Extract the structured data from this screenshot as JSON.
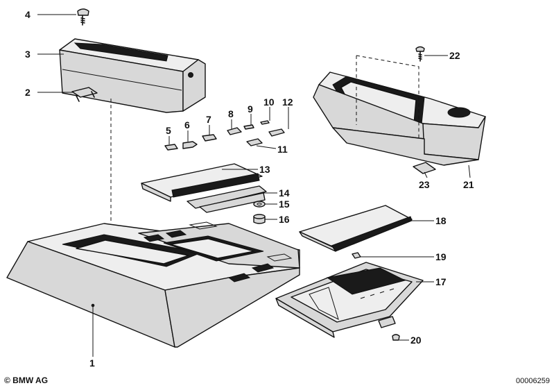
{
  "callouts": [
    {
      "id": "c1",
      "label": "1"
    },
    {
      "id": "c2",
      "label": "2"
    },
    {
      "id": "c3",
      "label": "3"
    },
    {
      "id": "c4",
      "label": "4"
    },
    {
      "id": "c5",
      "label": "5"
    },
    {
      "id": "c6",
      "label": "6"
    },
    {
      "id": "c7",
      "label": "7"
    },
    {
      "id": "c8",
      "label": "8"
    },
    {
      "id": "c9",
      "label": "9"
    },
    {
      "id": "c10",
      "label": "10"
    },
    {
      "id": "c11",
      "label": "11"
    },
    {
      "id": "c12",
      "label": "12"
    },
    {
      "id": "c13",
      "label": "13"
    },
    {
      "id": "c14",
      "label": "14"
    },
    {
      "id": "c15",
      "label": "15"
    },
    {
      "id": "c16",
      "label": "16"
    },
    {
      "id": "c17",
      "label": "17"
    },
    {
      "id": "c18",
      "label": "18"
    },
    {
      "id": "c19",
      "label": "19"
    },
    {
      "id": "c20",
      "label": "20"
    },
    {
      "id": "c21",
      "label": "21"
    },
    {
      "id": "c22",
      "label": "22"
    },
    {
      "id": "c23",
      "label": "23"
    }
  ],
  "footer": {
    "copyright": "© BMW AG",
    "diagram_number": "00006259"
  }
}
